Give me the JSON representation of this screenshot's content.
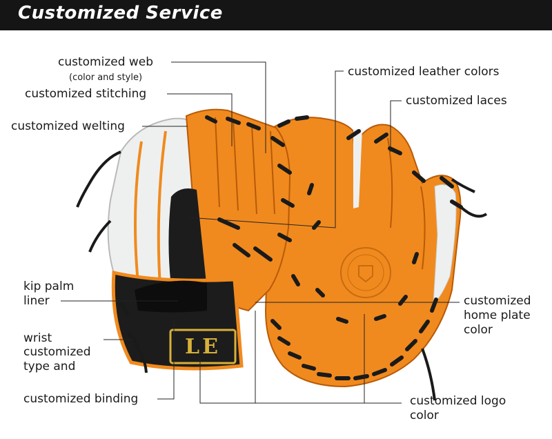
{
  "header": {
    "title": "Customized Service"
  },
  "logo": {
    "text": "LE"
  },
  "callouts": {
    "web": "customized web",
    "web_note": "(color and style)",
    "stitching": "customized stitching",
    "welting": "customized welting",
    "leather_colors": "customized leather colors",
    "laces": "customized laces",
    "kip_line1": "kip palm",
    "kip_line2": "liner",
    "wrist_line1": "wrist",
    "wrist_line2": "customized",
    "wrist_line3": "type and",
    "binding": "customized binding",
    "home_line1": "customized",
    "home_line2": "home plate",
    "home_line3": "color",
    "logo_line1": "customized logo",
    "logo_line2": "color"
  },
  "colors": {
    "header_bg": "#151515",
    "leather_orange": "#f08a1e",
    "leather_white": "#eef0ef",
    "leather_black": "#1c1c1c",
    "lace": "#1a1a1a",
    "logo_gold": "#d8b13a"
  }
}
